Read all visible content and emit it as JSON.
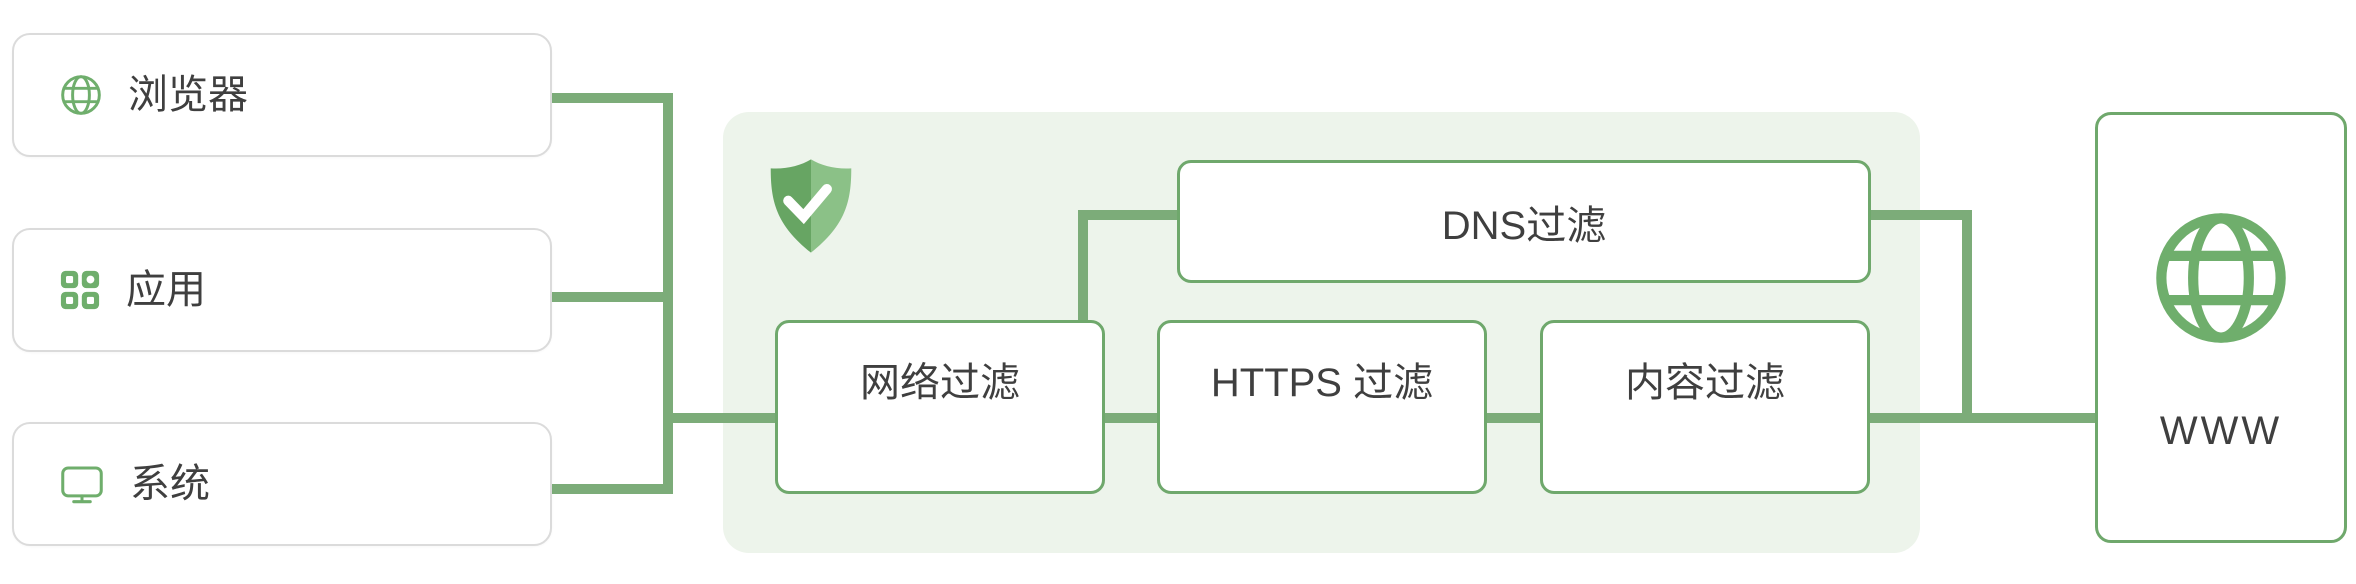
{
  "diagram": {
    "title_hint": "traffic-filtering-flow",
    "sources": {
      "items": [
        {
          "label": "浏览器",
          "icon": "globe-outline-icon"
        },
        {
          "label": "应用",
          "icon": "apps-grid-icon"
        },
        {
          "label": "系统",
          "icon": "monitor-icon"
        }
      ]
    },
    "panel": {
      "logo": "shield-check-icon",
      "dns": {
        "label": "DNS过滤"
      },
      "pipeline": {
        "items": [
          {
            "label": "网络过滤"
          },
          {
            "label": "HTTPS 过滤"
          },
          {
            "label": "内容过滤"
          }
        ]
      }
    },
    "destination": {
      "label": "WWW",
      "icon": "globe-outline-icon"
    }
  },
  "colors": {
    "connector_green": "#7CAC79",
    "box_border_green": "#6FA86C",
    "panel_background": "#EDF4EB",
    "source_box_border": "#DBDBDB",
    "text": "#3F3F3F",
    "icon_green": "#6FAE6C",
    "shield_dark": "#67A563",
    "shield_light": "#8BC187"
  }
}
